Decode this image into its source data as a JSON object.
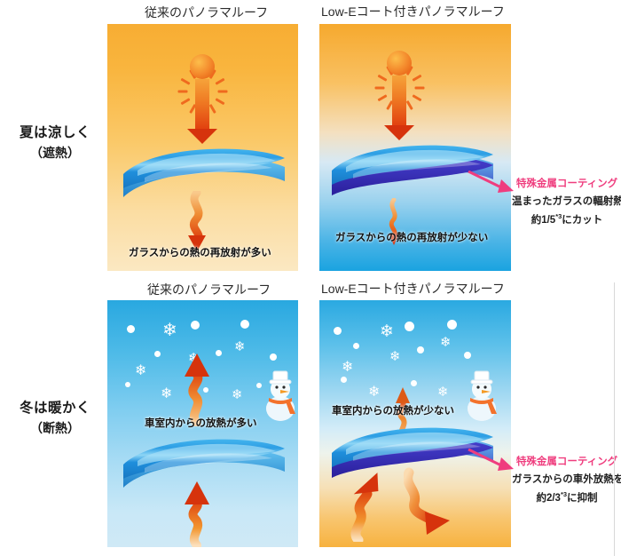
{
  "rows": [
    {
      "id": "summer",
      "label_main": "夏は涼しく",
      "label_sub": "（遮熱）"
    },
    {
      "id": "winter",
      "label_main": "冬は暖かく",
      "label_sub": "（断熱）"
    }
  ],
  "panels": {
    "top_left": {
      "title": "従来のパノラマルーフ",
      "caption": "ガラスからの熱の再放射が多い"
    },
    "top_right": {
      "title": "Low-Eコート付きパノラマルーフ",
      "caption": "ガラスからの熱の再放射が少ない"
    },
    "bottom_left": {
      "title": "従来のパノラマルーフ",
      "caption": "車室内からの放熱が多い"
    },
    "bottom_right": {
      "title": "Low-Eコート付きパノラマルーフ",
      "caption": "車室内からの放熱が少ない"
    }
  },
  "callouts": {
    "summer": {
      "title": "特殊金属コーティング",
      "line1": "温まったガラスの輻射熱を",
      "line2_pre": "約1/5",
      "line2_sup": "*3",
      "line2_post": "にカット"
    },
    "winter": {
      "title": "特殊金属コーティング",
      "line1": "ガラスからの車外放熱を",
      "line2_pre": "約2/3",
      "line2_sup": "*3",
      "line2_post": "に抑制"
    }
  },
  "icons": {
    "sun": "sun-icon",
    "down_arrow": "heat-down-arrow-icon",
    "wiggle_down": "reradiation-wiggle-arrow-icon",
    "wiggle_up": "heat-escape-wiggle-arrow-icon",
    "glass": "panoramic-roof-glass-icon",
    "snowman": "snowman-icon",
    "snowflake": "snowflake-icon",
    "callout_arrow": "coating-callout-arrow-icon"
  },
  "colors": {
    "accent_pink": "#ef3d7e",
    "heat_red": "#d6330c",
    "heat_orange": "#ef7a23",
    "sun_orange": "#f3862a",
    "glass_blue": "#1f8fdc",
    "coating_violet": "#3b2fb5",
    "summer_bg": "#f7ad33",
    "winter_bg": "#29a8e0"
  }
}
